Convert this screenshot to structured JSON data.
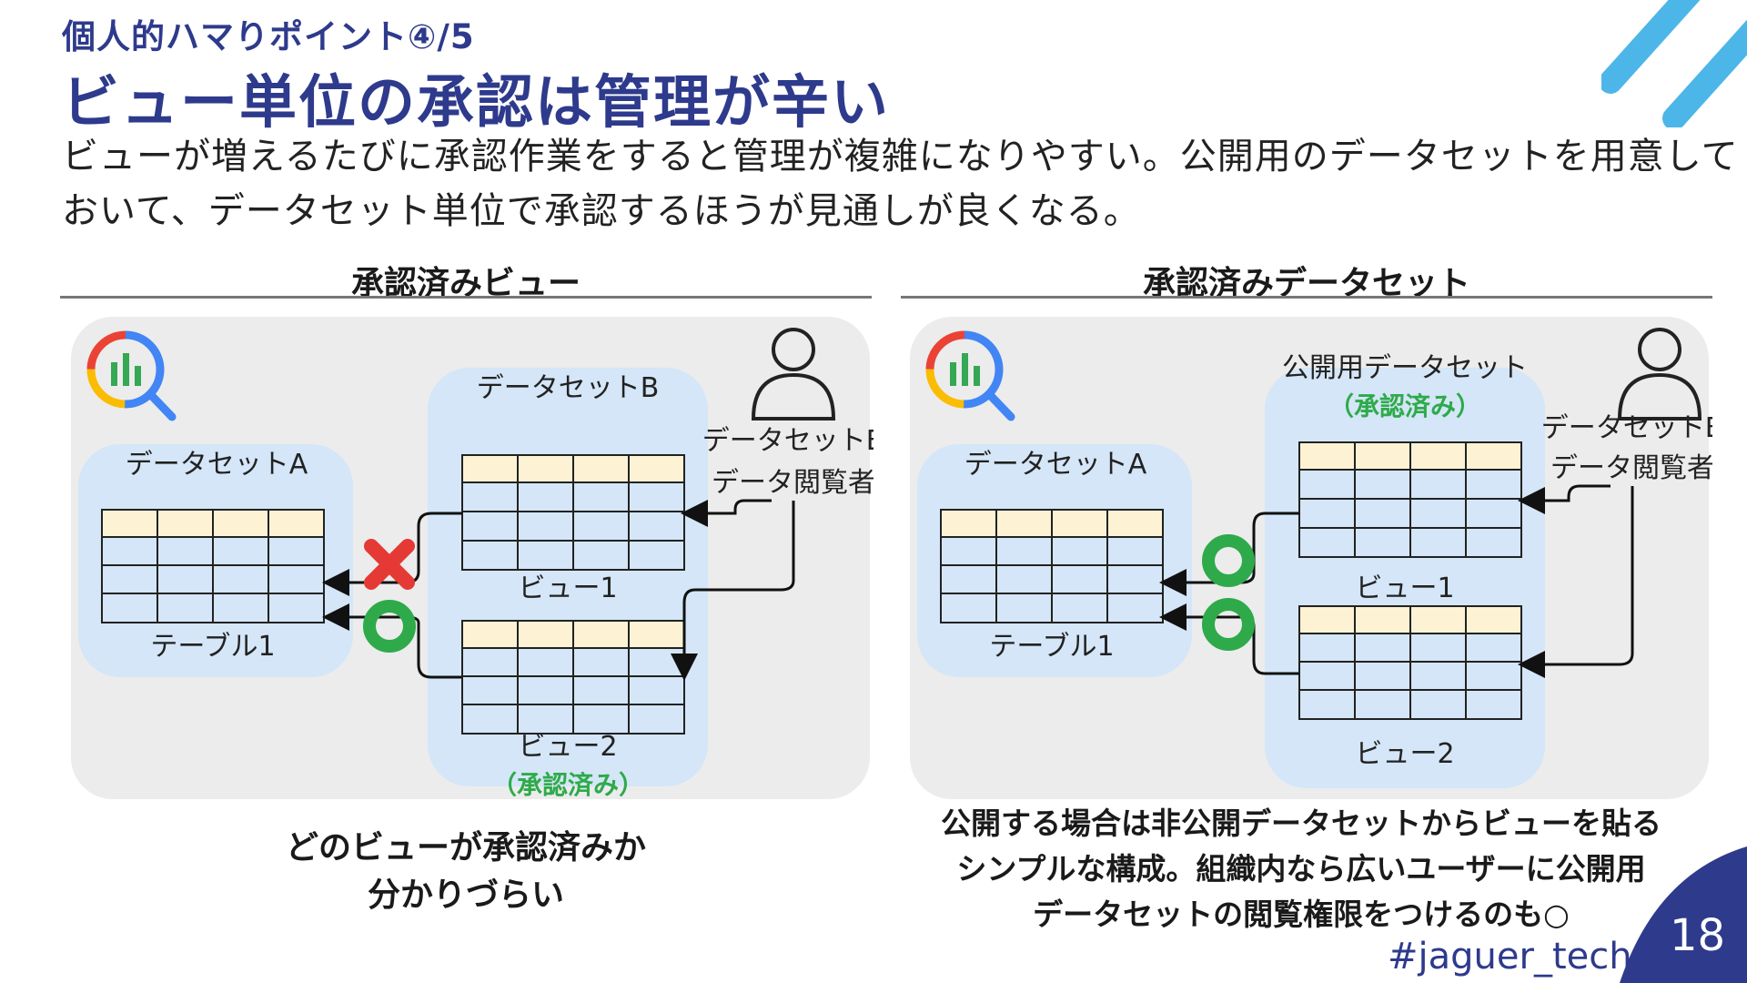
{
  "header": {
    "subtitle": "個人的ハマりポイント④/5",
    "title": "ビュー単位の承認は管理が辛い",
    "intro": "ビューが増えるたびに承認作業をすると管理が複雑になりやすい。公開用のデータセットを用意しておいて、データセット単位で承認するほうが見通しが良くなる。"
  },
  "left_panel": {
    "heading": "承認済みビュー",
    "dataset_a": "データセットA",
    "table_label": "テーブル1",
    "dataset_b": "データセットB",
    "view1": "ビュー1",
    "view2": "ビュー2",
    "approved": "（承認済み）",
    "user_line1": "データセットB",
    "user_line2": "データ閲覧者",
    "caption_line1": "どのビューが承認済みか",
    "caption_line2": "分かりづらい"
  },
  "right_panel": {
    "heading": "承認済みデータセット",
    "dataset_a": "データセットA",
    "table_label": "テーブル1",
    "public_dataset": "公開用データセット",
    "approved": "（承認済み）",
    "view1": "ビュー1",
    "view2": "ビュー2",
    "user_line1": "データセットB",
    "user_line2": "データ閲覧者",
    "caption_line1": "公開する場合は非公開データセットからビューを貼る",
    "caption_line2": "シンプルな構成。組織内なら広いユーザーに公開用",
    "caption_line3": "データセットの閲覧権限をつけるのも○"
  },
  "footer": {
    "hashtag": "#jaguer_tech",
    "page_number": "18"
  },
  "colors": {
    "title": "#2e3a8c",
    "panel_bg": "#ececec",
    "box_bg": "#d4e6f7",
    "table_header": "#fdf3d4",
    "table_cell": "#d4e6f7",
    "approve_green": "#2eaa4a",
    "reject_red": "#e53935",
    "accent_blue": "#4db6e8",
    "page_badge": "#2e3a8c"
  },
  "icons": [
    "bigquery-icon",
    "user-icon",
    "check-circle-icon",
    "cross-icon",
    "decor-stripes"
  ]
}
